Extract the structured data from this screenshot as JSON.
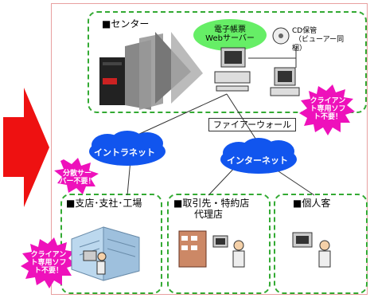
{
  "sections": {
    "center": "■センター",
    "branch": "■支店･支社･工場",
    "partner": "■取引先・特約店",
    "partner_sub": "代理店",
    "personal": "■個人客"
  },
  "web_server": {
    "line1": "電子帳票",
    "line2": "Webサーバー"
  },
  "cd_storage": {
    "line1": "CD保管",
    "line2": "（ビューアー同",
    "line3": "梱）"
  },
  "firewall": "ファイアーウォール",
  "clouds": {
    "intranet": "イントラネット",
    "internet": "インターネット"
  },
  "bursts": {
    "client_top": {
      "line1": "クライアン",
      "line2": "ト専用ソフ",
      "line3": "ト不要！"
    },
    "distributed": {
      "line1": "分散サー",
      "line2": "バー不要！"
    },
    "client_bottom": {
      "line1": "クライアン",
      "line2": "ト専用ソフ",
      "line3": "ト不要！"
    }
  },
  "colors": {
    "arrow": "#ee1111",
    "cloud": "#1155ee",
    "burst": "#ee11bb",
    "dashed_box": "#33aa33",
    "server_oval": "#66ee66"
  }
}
